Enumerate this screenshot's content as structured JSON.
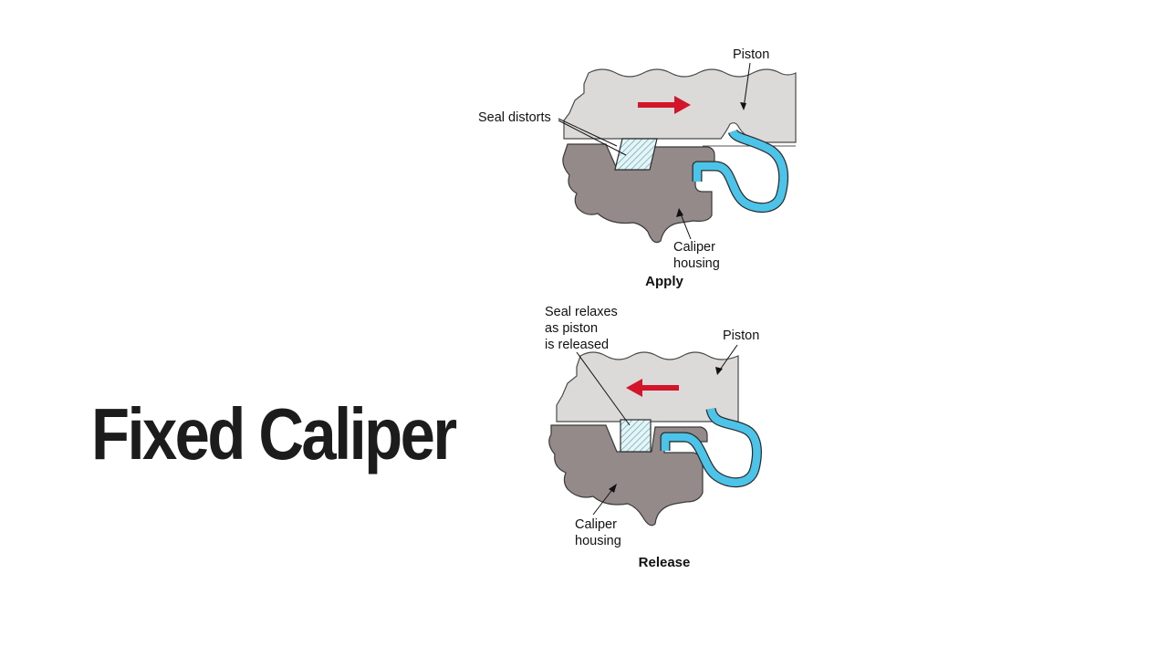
{
  "slide": {
    "title": "Fixed Caliper"
  },
  "diagrams": {
    "apply": {
      "caption": "Apply",
      "seal_label": "Seal distorts",
      "piston_label": "Piston",
      "housing_label_line1": "Caliper",
      "housing_label_line2": "housing",
      "arrow_direction": "right"
    },
    "release": {
      "caption": "Release",
      "seal_label_line1": "Seal relaxes",
      "seal_label_line2": "as piston",
      "seal_label_line3": "is released",
      "piston_label": "Piston",
      "housing_label_line1": "Caliper",
      "housing_label_line2": "housing",
      "arrow_direction": "left"
    }
  },
  "colors": {
    "piston": "#dcdad9",
    "housing": "#938a89",
    "dust_boot": "#4cc3e8",
    "arrow": "#d2152b",
    "seal_hatch": "#5aa7b8"
  }
}
